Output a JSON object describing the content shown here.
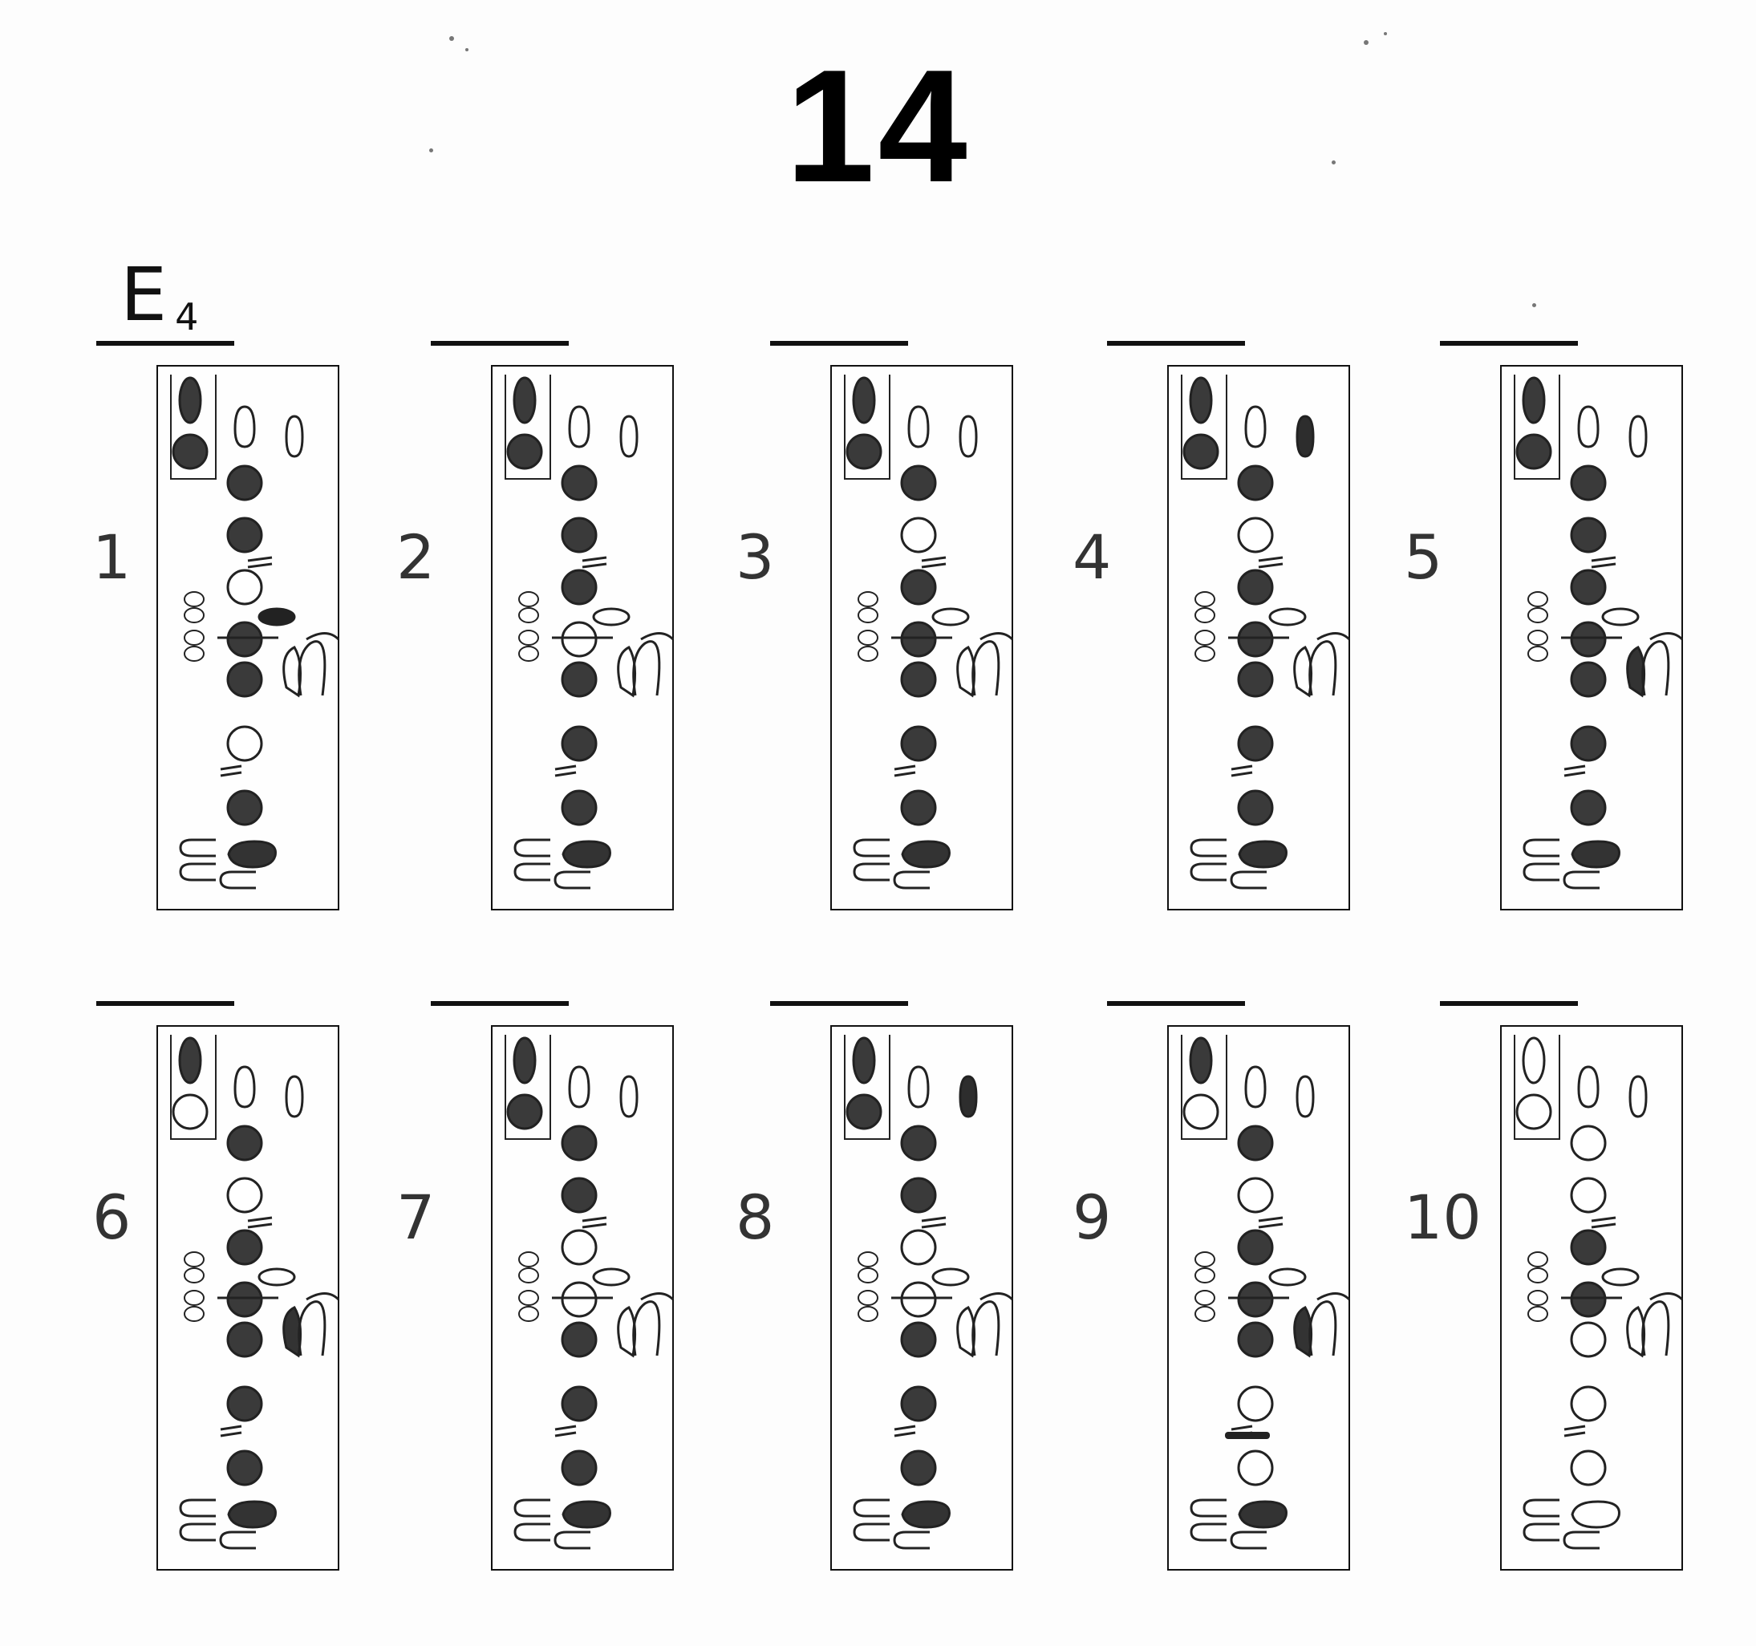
{
  "page": {
    "title": "14",
    "note_label": {
      "letter": "E",
      "subscript": "4"
    }
  },
  "charts": [
    {
      "number": "1",
      "upper": [
        "filled",
        "filled",
        "open",
        "filled"
      ],
      "lower": [
        "filled",
        "open",
        "filled"
      ],
      "side_key": "filled",
      "left_pinky": "filled"
    },
    {
      "number": "2",
      "upper": [
        "filled",
        "filled",
        "filled",
        "open"
      ],
      "lower": [
        "filled",
        "filled",
        "filled"
      ],
      "side_key": "open",
      "left_pinky": "filled"
    },
    {
      "number": "3",
      "upper": [
        "filled",
        "open",
        "filled",
        "filled"
      ],
      "lower": [
        "filled",
        "filled",
        "filled"
      ],
      "side_key": "open",
      "left_pinky": "filled"
    },
    {
      "number": "4",
      "upper": [
        "filled",
        "open",
        "filled",
        "filled"
      ],
      "lower": [
        "filled",
        "filled",
        "filled"
      ],
      "side_key": "open",
      "left_pinky": "filled",
      "upper_key": "filled"
    },
    {
      "number": "5",
      "upper": [
        "filled",
        "filled",
        "filled",
        "filled"
      ],
      "lower": [
        "filled",
        "filled",
        "filled"
      ],
      "side_key": "open",
      "left_pinky": "filled",
      "palm_key": "filled"
    },
    {
      "number": "6",
      "upper": [
        "filled",
        "open",
        "filled",
        "filled"
      ],
      "lower": [
        "filled",
        "filled",
        "filled"
      ],
      "side_key": "open",
      "left_pinky": "filled",
      "palm_key": "filled",
      "thumb_ring": "open"
    },
    {
      "number": "7",
      "upper": [
        "filled",
        "filled",
        "open",
        "open"
      ],
      "lower": [
        "filled",
        "filled",
        "filled"
      ],
      "side_key": "open",
      "left_pinky": "filled"
    },
    {
      "number": "8",
      "upper": [
        "filled",
        "filled",
        "open",
        "open"
      ],
      "lower": [
        "filled",
        "filled",
        "filled"
      ],
      "side_key": "open",
      "left_pinky": "filled",
      "upper_key": "filled"
    },
    {
      "number": "9",
      "upper": [
        "filled",
        "open",
        "filled",
        "filled"
      ],
      "lower": [
        "filled",
        "open",
        "open"
      ],
      "side_key": "open",
      "left_pinky": "filled",
      "palm_key": "filled",
      "thumb_ring": "open",
      "mid_bar": "filled"
    },
    {
      "number": "10",
      "upper": [
        "open",
        "open",
        "filled",
        "filled"
      ],
      "lower": [
        "open",
        "open",
        "open"
      ],
      "side_key": "open",
      "left_pinky": "open",
      "thumb_ring": "open",
      "thumb_oval": "open"
    }
  ]
}
